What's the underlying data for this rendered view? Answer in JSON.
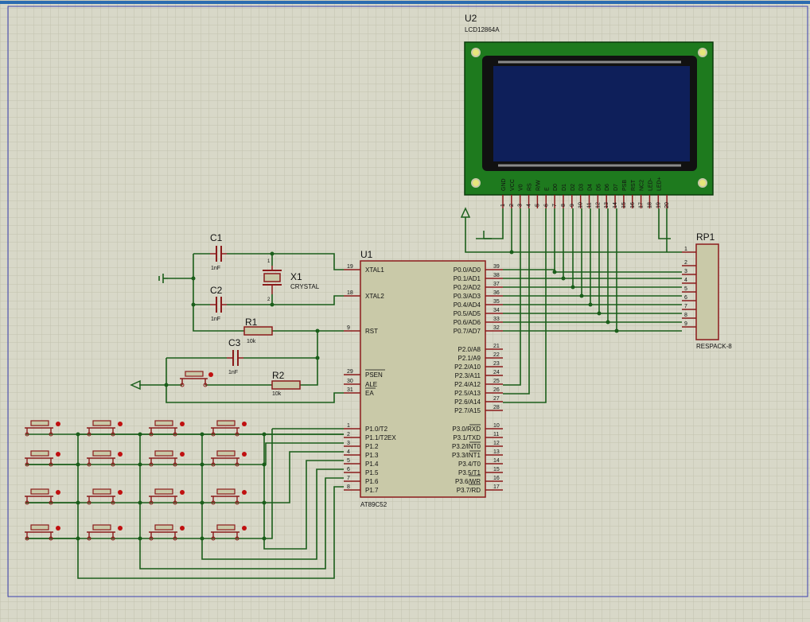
{
  "u2": {
    "ref": "U2",
    "part": "LCD12864A",
    "pins": [
      {
        "name": "GND",
        "num": "1"
      },
      {
        "name": "VCC",
        "num": "2"
      },
      {
        "name": "V0",
        "num": "3"
      },
      {
        "name": "RS",
        "num": "4"
      },
      {
        "name": "R/W",
        "num": "5"
      },
      {
        "name": "E",
        "num": "6"
      },
      {
        "name": "D0",
        "num": "7"
      },
      {
        "name": "D1",
        "num": "8"
      },
      {
        "name": "D2",
        "num": "9"
      },
      {
        "name": "D3",
        "num": "10"
      },
      {
        "name": "D4",
        "num": "11"
      },
      {
        "name": "D5",
        "num": "12"
      },
      {
        "name": "D6",
        "num": "13"
      },
      {
        "name": "D7",
        "num": "14"
      },
      {
        "name": "PSB",
        "num": "15"
      },
      {
        "name": "RST",
        "num": "16"
      },
      {
        "name": "NC2",
        "num": "17"
      },
      {
        "name": "LED-",
        "num": "18"
      },
      {
        "name": "LED+",
        "num": "19"
      },
      {
        "name": "",
        "num": "20"
      }
    ]
  },
  "u1": {
    "ref": "U1",
    "part": "AT89C52",
    "left_pins": [
      {
        "name": "XTAL1",
        "num": "19"
      },
      {
        "name": "XTAL2",
        "num": "18"
      },
      {
        "name": "RST",
        "num": "9"
      },
      {
        "name": "PSEN",
        "num": "29"
      },
      {
        "name": "ALE",
        "num": "30"
      },
      {
        "name": "EA",
        "num": "31"
      },
      {
        "name": "P1.0/T2",
        "num": "1"
      },
      {
        "name": "P1.1/T2EX",
        "num": "2"
      },
      {
        "name": "P1.2",
        "num": "3"
      },
      {
        "name": "P1.3",
        "num": "4"
      },
      {
        "name": "P1.4",
        "num": "5"
      },
      {
        "name": "P1.5",
        "num": "6"
      },
      {
        "name": "P1.6",
        "num": "7"
      },
      {
        "name": "P1.7",
        "num": "8"
      }
    ],
    "right_pins": [
      {
        "name": "P0.0/AD0",
        "num": "39"
      },
      {
        "name": "P0.1/AD1",
        "num": "38"
      },
      {
        "name": "P0.2/AD2",
        "num": "37"
      },
      {
        "name": "P0.3/AD3",
        "num": "36"
      },
      {
        "name": "P0.4/AD4",
        "num": "35"
      },
      {
        "name": "P0.5/AD5",
        "num": "34"
      },
      {
        "name": "P0.6/AD6",
        "num": "33"
      },
      {
        "name": "P0.7/AD7",
        "num": "32"
      },
      {
        "name": "P2.0/A8",
        "num": "21"
      },
      {
        "name": "P2.1/A9",
        "num": "22"
      },
      {
        "name": "P2.2/A10",
        "num": "23"
      },
      {
        "name": "P2.3/A11",
        "num": "24"
      },
      {
        "name": "P2.4/A12",
        "num": "25"
      },
      {
        "name": "P2.5/A13",
        "num": "26"
      },
      {
        "name": "P2.6/A14",
        "num": "27"
      },
      {
        "name": "P2.7/A15",
        "num": "28"
      },
      {
        "name": "P3.0/RXD",
        "num": "10"
      },
      {
        "name": "P3.1/TXD",
        "num": "11"
      },
      {
        "name": "P3.2/INT0",
        "num": "12"
      },
      {
        "name": "P3.3/INT1",
        "num": "13"
      },
      {
        "name": "P3.4/T0",
        "num": "14"
      },
      {
        "name": "P3.5/T1",
        "num": "15"
      },
      {
        "name": "P3.6/WR",
        "num": "16"
      },
      {
        "name": "P3.7/RD",
        "num": "17"
      }
    ]
  },
  "rp1": {
    "ref": "RP1",
    "part": "RESPACK-8",
    "pins": [
      "1",
      "2",
      "3",
      "4",
      "5",
      "6",
      "7",
      "8",
      "9"
    ]
  },
  "c1": {
    "ref": "C1",
    "value": "1nF"
  },
  "c2": {
    "ref": "C2",
    "value": "1nF"
  },
  "c3": {
    "ref": "C3",
    "value": "1nF"
  },
  "r1": {
    "ref": "R1",
    "value": "10k"
  },
  "r2": {
    "ref": "R2",
    "value": "10k"
  },
  "x1": {
    "ref": "X1",
    "value": "CRYSTAL",
    "pin1": "1",
    "pin2": "2"
  },
  "colors": {
    "background": "#d8d8c8",
    "grid": "#c4c4b0",
    "wire": "#1a5e1a",
    "pin": "#8b1a1a",
    "body": "#c9c9a8",
    "lcd_board": "#1e7a1e",
    "lcd_screen": "#0e1f5a"
  }
}
